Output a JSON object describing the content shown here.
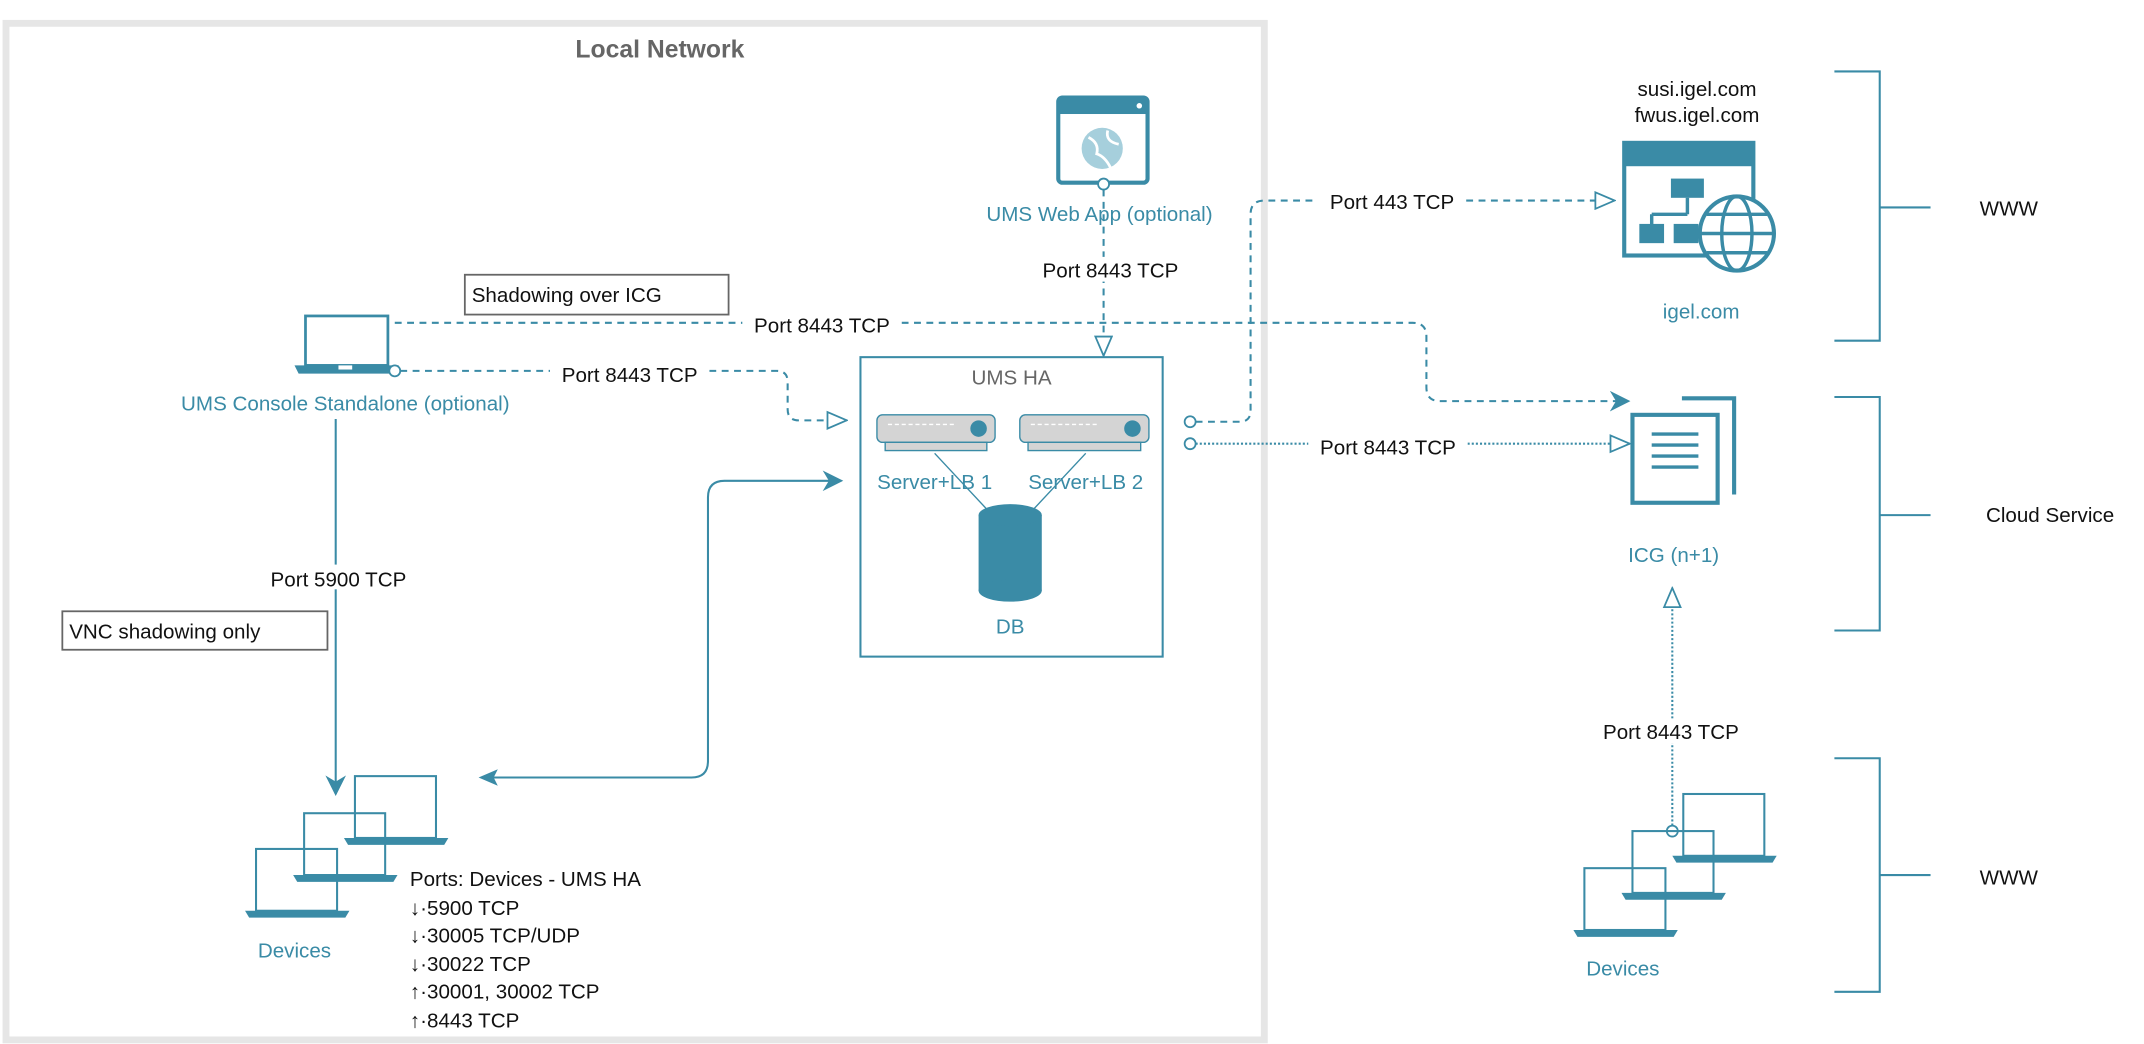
{
  "colors": {
    "accent": "#3a8ba6",
    "frame": "#e6e6e6",
    "text": "#111111"
  },
  "local_network": {
    "title": "Local Network"
  },
  "nodes": {
    "web_app": {
      "label": "UMS Web App (optional)",
      "icon": "browser-globe-icon"
    },
    "console": {
      "label": "UMS Console Standalone (optional)",
      "icon": "laptop-icon"
    },
    "ums_ha": {
      "title": "UMS HA",
      "server1": "Server+LB 1",
      "server2": "Server+LB 2",
      "db": "DB"
    },
    "devices_local": {
      "label": "Devices",
      "icon": "laptops-icon"
    },
    "igel": {
      "host1": "susi.igel.com",
      "host2": "fwus.igel.com",
      "label": "igel.com",
      "icon": "web-sitemap-icon"
    },
    "icg": {
      "label": "ICG (n+1)",
      "icon": "server-document-icon"
    },
    "devices_remote": {
      "label": "Devices",
      "icon": "laptops-icon"
    }
  },
  "notes": {
    "shadowing_icg": "Shadowing over ICG",
    "vnc_only": "VNC shadowing only"
  },
  "edges": {
    "webapp_to_ha": "Port 8443 TCP",
    "console_to_icg": "Port 8443 TCP",
    "console_to_ha": "Port 8443 TCP",
    "console_to_devices": "Port 5900 TCP",
    "ha_to_igel": "Port 443 TCP",
    "ha_to_icg": "Port 8443 TCP",
    "devices_to_icg": "Port 8443 TCP"
  },
  "ports_list": {
    "title": "Ports: Devices - UMS HA",
    "items": [
      "↓·5900 TCP",
      "↓·30005 TCP/UDP",
      "↓·30022 TCP",
      "↑·30001, 30002 TCP",
      "↑·8443 TCP"
    ]
  },
  "zones": {
    "www_top": "WWW",
    "cloud": "Cloud Service",
    "www_bottom": "WWW"
  }
}
